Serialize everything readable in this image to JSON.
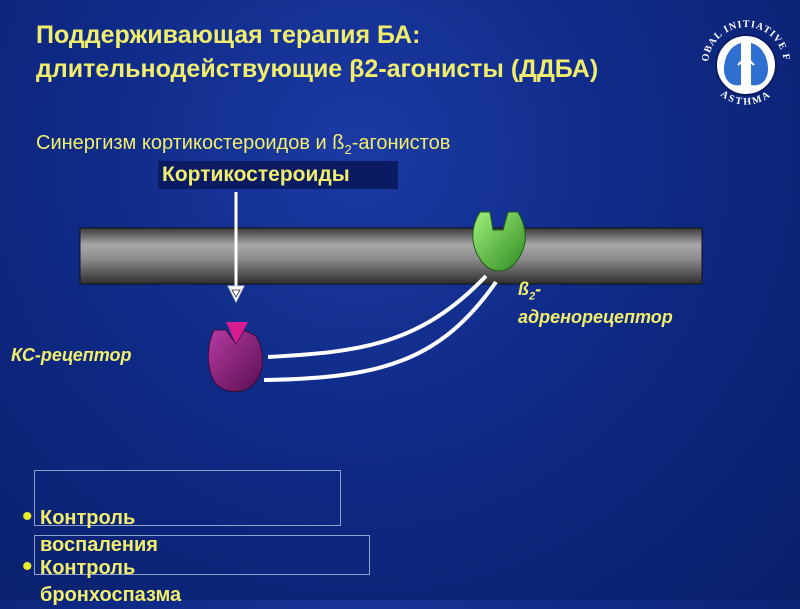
{
  "slide": {
    "title": "Поддерживающая терапия БА: длительнодействующие β2-агонисты (ДДБА)",
    "subtitle_prefix": "Синергизм кортикостероидов и ß",
    "subtitle_sub": "2",
    "subtitle_suffix": "-агонистов"
  },
  "logo": {
    "text_top": "GLOBAL INITIATIVE FOR",
    "text_bottom": "ASTHMA"
  },
  "diagram": {
    "corticosteroids_label": "Кортикостероиды",
    "ks_receptor_label": "КС-рецептор",
    "b2_prefix": "ß",
    "b2_sub": "2",
    "b2_suffix": "-",
    "b2_second_line": "адренорецептор"
  },
  "outcomes": {
    "item1": "Контроль воспаления",
    "item2": "Контроль бронхоспазма"
  },
  "colors": {
    "text": "#f1ee6d",
    "background": "#0f2a86",
    "ks_receptor": "#8a1f7a",
    "b2_receptor": "#4cc23a",
    "ligand": "#d81b8f"
  }
}
